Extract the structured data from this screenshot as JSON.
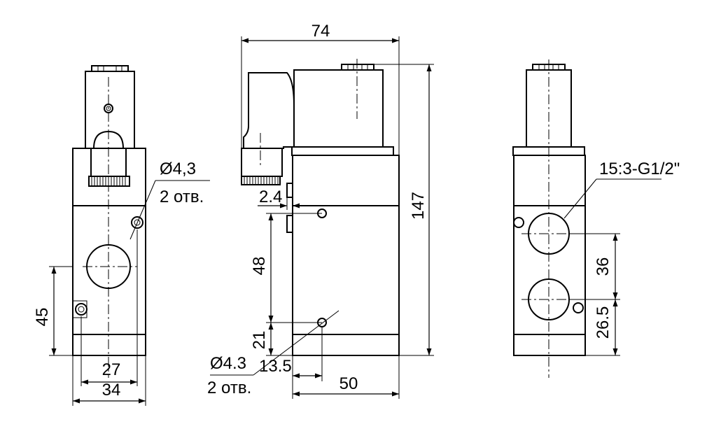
{
  "drawing": {
    "front_view": {
      "hole_diameter": "Ø4,3",
      "hole_count": "2 отв.",
      "dim_height": "45",
      "dim_hole_spacing": "27",
      "dim_width": "34"
    },
    "side_view": {
      "dim_overall_width": "74",
      "dim_overall_height": "147",
      "dim_offset": "2.4",
      "dim_hole_spacing": "48",
      "dim_bottom": "21",
      "dim_hole_x": "13.5",
      "dim_body_width": "50",
      "hole_diameter": "Ø4.3",
      "hole_count": "2 отв."
    },
    "rear_view": {
      "port_callout": "15:3-G1/2\"",
      "dim_port_spacing": "36",
      "dim_port_bottom": "26.5"
    }
  }
}
